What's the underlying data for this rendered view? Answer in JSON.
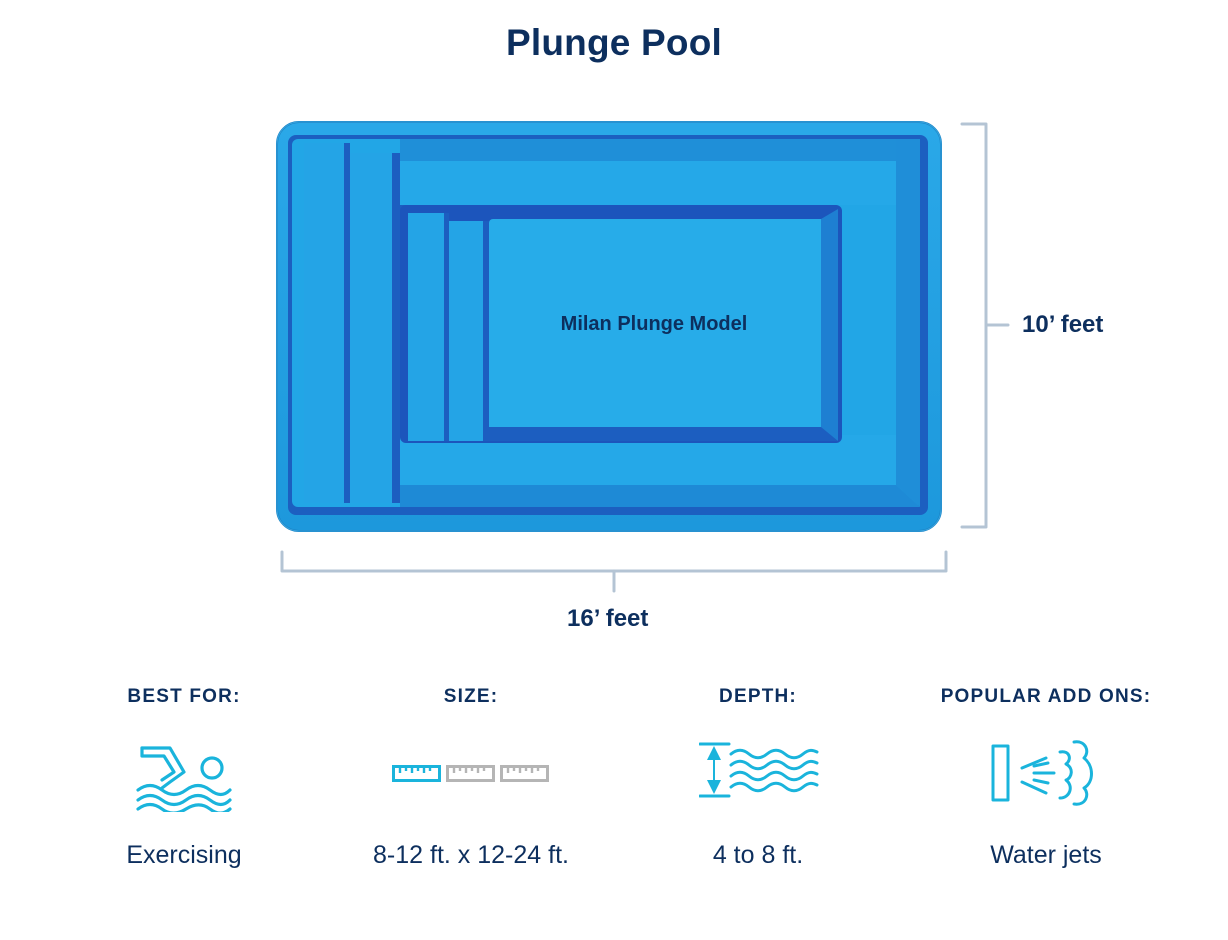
{
  "title": "Plunge Pool",
  "pool": {
    "model_label": "Milan Plunge Model",
    "colors": {
      "rim": "#1fa0e0",
      "rim_edge": "#1a86c8",
      "shadow": "#1d4fb8",
      "floor": "#22a8e6",
      "deep": "#27b0ea"
    }
  },
  "dimensions": {
    "height_label": "10’ feet",
    "width_label": "16’ feet",
    "bracket_color": "#b4c4d4"
  },
  "features": [
    {
      "heading": "BEST FOR:",
      "icon": "swimmer-icon",
      "value": "Exercising"
    },
    {
      "heading": "SIZE:",
      "icon": "ruler-scale-icon",
      "value": "8-12 ft. x 12-24 ft.",
      "scale_selected": 1,
      "scale_total": 3
    },
    {
      "heading": "DEPTH:",
      "icon": "depth-waves-icon",
      "value": "4 to 8 ft."
    },
    {
      "heading": "POPULAR ADD ONS:",
      "icon": "water-jets-icon",
      "value": "Water jets"
    }
  ],
  "colors": {
    "text_primary": "#0d2f5e",
    "icon_accent": "#1ab4dc",
    "icon_muted": "#b5b5b5"
  }
}
